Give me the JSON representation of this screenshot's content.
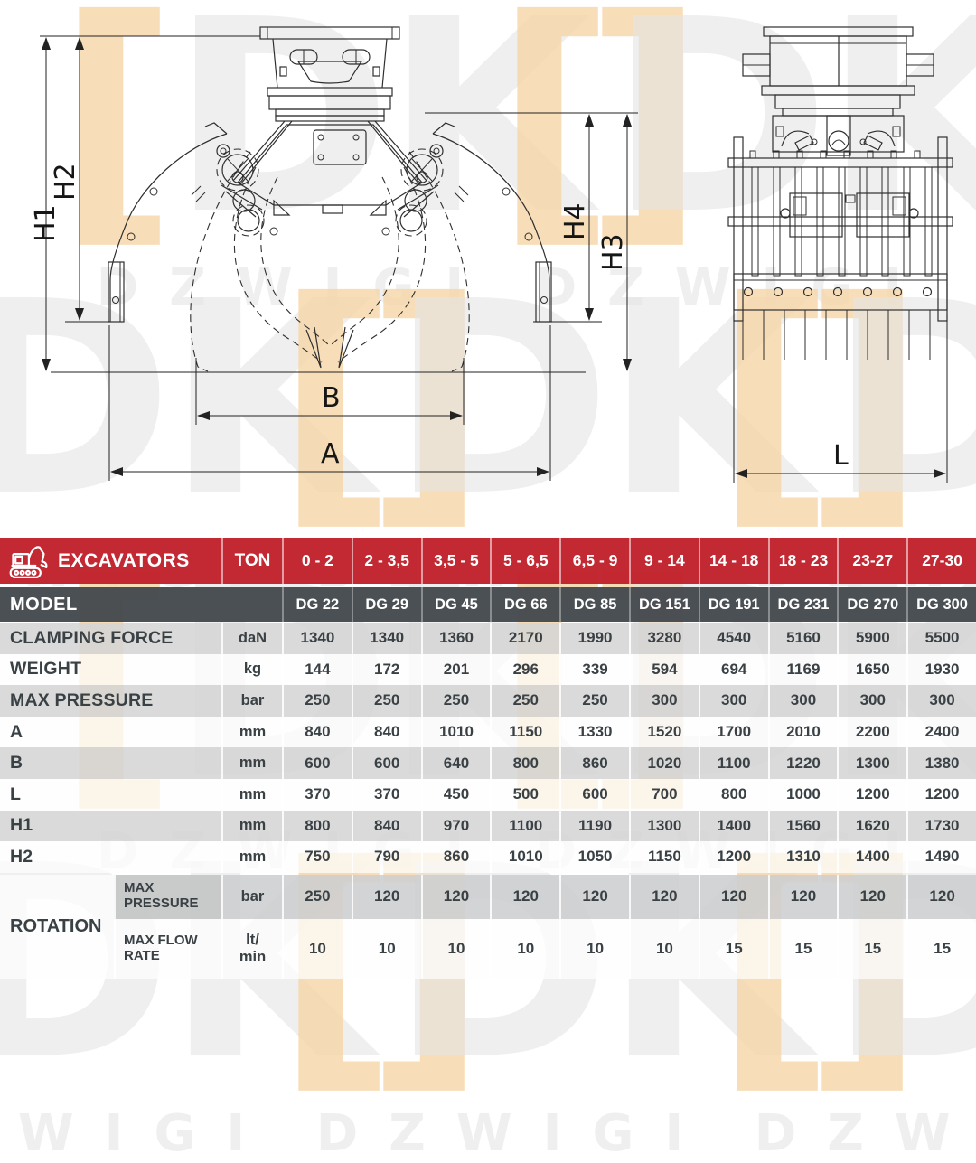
{
  "watermark": {
    "bracket_open": "[",
    "letters": "DK",
    "bracket_close": "]",
    "word": "DZWIGI"
  },
  "drawing": {
    "dim_labels": {
      "h1": "H1",
      "h2": "H2",
      "h3": "H3",
      "h4": "H4",
      "a": "A",
      "b": "B",
      "l": "L"
    }
  },
  "table": {
    "header": {
      "icon": "excavator-icon",
      "title": "EXCAVATORS",
      "unit_col": "TON",
      "ranges": [
        "0 - 2",
        "2 - 3,5",
        "3,5 - 5",
        "5 - 6,5",
        "6,5 - 9",
        "9 - 14",
        "14 - 18",
        "18 - 23",
        "23-27",
        "27-30"
      ]
    },
    "model_row": {
      "label": "MODEL",
      "values": [
        "DG 22",
        "DG 29",
        "DG 45",
        "DG 66",
        "DG 85",
        "DG 151",
        "DG 191",
        "DG 231",
        "DG 270",
        "DG 300"
      ]
    },
    "rows": [
      {
        "label": "CLAMPING FORCE",
        "unit": "daN",
        "values": [
          "1340",
          "1340",
          "1360",
          "2170",
          "1990",
          "3280",
          "4540",
          "5160",
          "5900",
          "5500"
        ]
      },
      {
        "label": "WEIGHT",
        "unit": "kg",
        "values": [
          "144",
          "172",
          "201",
          "296",
          "339",
          "594",
          "694",
          "1169",
          "1650",
          "1930"
        ]
      },
      {
        "label": "MAX PRESSURE",
        "unit": "bar",
        "values": [
          "250",
          "250",
          "250",
          "250",
          "250",
          "300",
          "300",
          "300",
          "300",
          "300"
        ]
      },
      {
        "label": "A",
        "unit": "mm",
        "values": [
          "840",
          "840",
          "1010",
          "1150",
          "1330",
          "1520",
          "1700",
          "2010",
          "2200",
          "2400"
        ]
      },
      {
        "label": "B",
        "unit": "mm",
        "values": [
          "600",
          "600",
          "640",
          "800",
          "860",
          "1020",
          "1100",
          "1220",
          "1300",
          "1380"
        ]
      },
      {
        "label": "L",
        "unit": "mm",
        "values": [
          "370",
          "370",
          "450",
          "500",
          "600",
          "700",
          "800",
          "1000",
          "1200",
          "1200"
        ]
      },
      {
        "label": "H1",
        "unit": "mm",
        "values": [
          "800",
          "840",
          "970",
          "1100",
          "1190",
          "1300",
          "1400",
          "1560",
          "1620",
          "1730"
        ]
      },
      {
        "label": "H2",
        "unit": "mm",
        "values": [
          "750",
          "790",
          "860",
          "1010",
          "1050",
          "1150",
          "1200",
          "1310",
          "1400",
          "1490"
        ]
      }
    ],
    "rotation": {
      "label": "ROTATION",
      "rows": [
        {
          "label": "MAX PRESSURE",
          "unit": "bar",
          "values": [
            "250",
            "120",
            "120",
            "120",
            "120",
            "120",
            "120",
            "120",
            "120",
            "120"
          ]
        },
        {
          "label": "MAX FLOW RATE",
          "unit": "lt/ min",
          "values": [
            "10",
            "10",
            "10",
            "10",
            "10",
            "10",
            "15",
            "15",
            "15",
            "15"
          ]
        }
      ]
    }
  },
  "colors": {
    "header_red": "#c1202b",
    "model_dark": "#44494d",
    "row_gray": "#dcdddd",
    "row_white": "#fcfcfc",
    "text_dark": "#3a4145",
    "watermark_orange": "#f6d6a6",
    "watermark_gray": "#e5e5e5"
  }
}
